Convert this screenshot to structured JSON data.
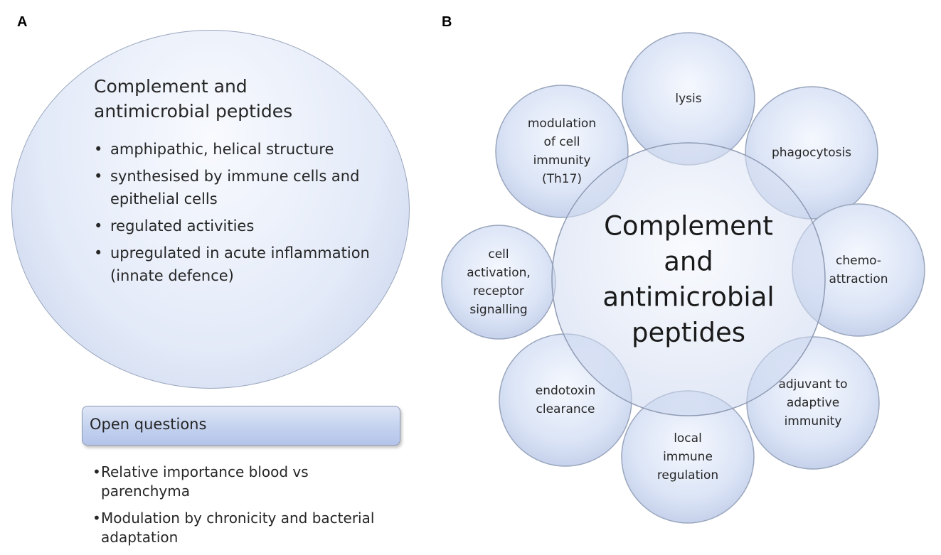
{
  "panels": {
    "a_label": "A",
    "b_label": "B"
  },
  "panel_a": {
    "title_lines": [
      "Complement and",
      "antimicrobial peptides"
    ],
    "bullets": [
      "amphipathic, helical structure",
      "synthesised by immune cells and epithelial cells",
      "regulated activities",
      "upregulated in acute inflammation (innate defence)"
    ],
    "open_questions": {
      "title": "Open questions",
      "items": [
        "Relative importance blood vs parenchyma",
        "Modulation by chronicity and bacterial adaptation"
      ]
    }
  },
  "panel_b": {
    "center_lines": [
      "Complement",
      "and",
      "antimicrobial",
      "peptides"
    ],
    "nodes": [
      {
        "id": "lysis",
        "lines": [
          "lysis"
        ]
      },
      {
        "id": "phagocytosis",
        "lines": [
          "phagocytosis"
        ]
      },
      {
        "id": "chemoattraction",
        "lines": [
          "chemo-",
          "attraction"
        ]
      },
      {
        "id": "adjuvant",
        "lines": [
          "adjuvant to",
          "adaptive",
          "immunity"
        ]
      },
      {
        "id": "local-immune-regulation",
        "lines": [
          "local",
          "immune",
          "regulation"
        ]
      },
      {
        "id": "endotoxin-clearance",
        "lines": [
          "endotoxin",
          "clearance"
        ]
      },
      {
        "id": "cell-activation",
        "lines": [
          "cell",
          "activation,",
          "receptor",
          "signalling"
        ]
      },
      {
        "id": "modulation",
        "lines": [
          "modulation",
          "of cell",
          "immunity",
          "(Th17)"
        ]
      }
    ]
  }
}
